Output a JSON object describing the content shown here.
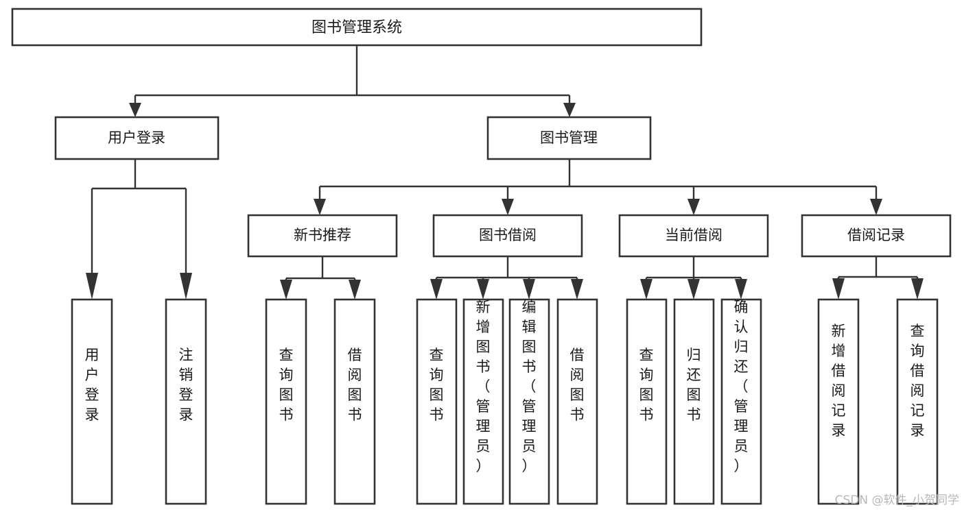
{
  "diagram": {
    "title": "图书管理系统",
    "type": "hierarchy-tree",
    "watermark": "CSDN @软件_小贺同学",
    "colors": {
      "background": "#ffffff",
      "stroke": "#333333",
      "text": "#1a1a1a",
      "watermark": "#b8b8b8"
    },
    "levels": {
      "root": {
        "label": "图书管理系统"
      },
      "level2": [
        {
          "label": "用户登录"
        },
        {
          "label": "图书管理"
        }
      ],
      "level3": [
        {
          "label": "新书推荐"
        },
        {
          "label": "图书借阅"
        },
        {
          "label": "当前借阅"
        },
        {
          "label": "借阅记录"
        }
      ],
      "leaves": {
        "user_login": [
          {
            "label": "用户登录"
          },
          {
            "label": "注销登录"
          }
        ],
        "new_book_recommend": [
          {
            "label": "查询图书"
          },
          {
            "label": "借阅图书"
          }
        ],
        "book_borrow": [
          {
            "label": "查询图书"
          },
          {
            "label": "新增图书（管理员）"
          },
          {
            "label": "编辑图书（管理员）"
          },
          {
            "label": "借阅图书"
          }
        ],
        "current_borrow": [
          {
            "label": "查询图书"
          },
          {
            "label": "归还图书"
          },
          {
            "label": "确认归还（管理员）"
          }
        ],
        "borrow_record": [
          {
            "label": "新增借阅记录"
          },
          {
            "label": "查询借阅记录"
          }
        ]
      }
    }
  }
}
